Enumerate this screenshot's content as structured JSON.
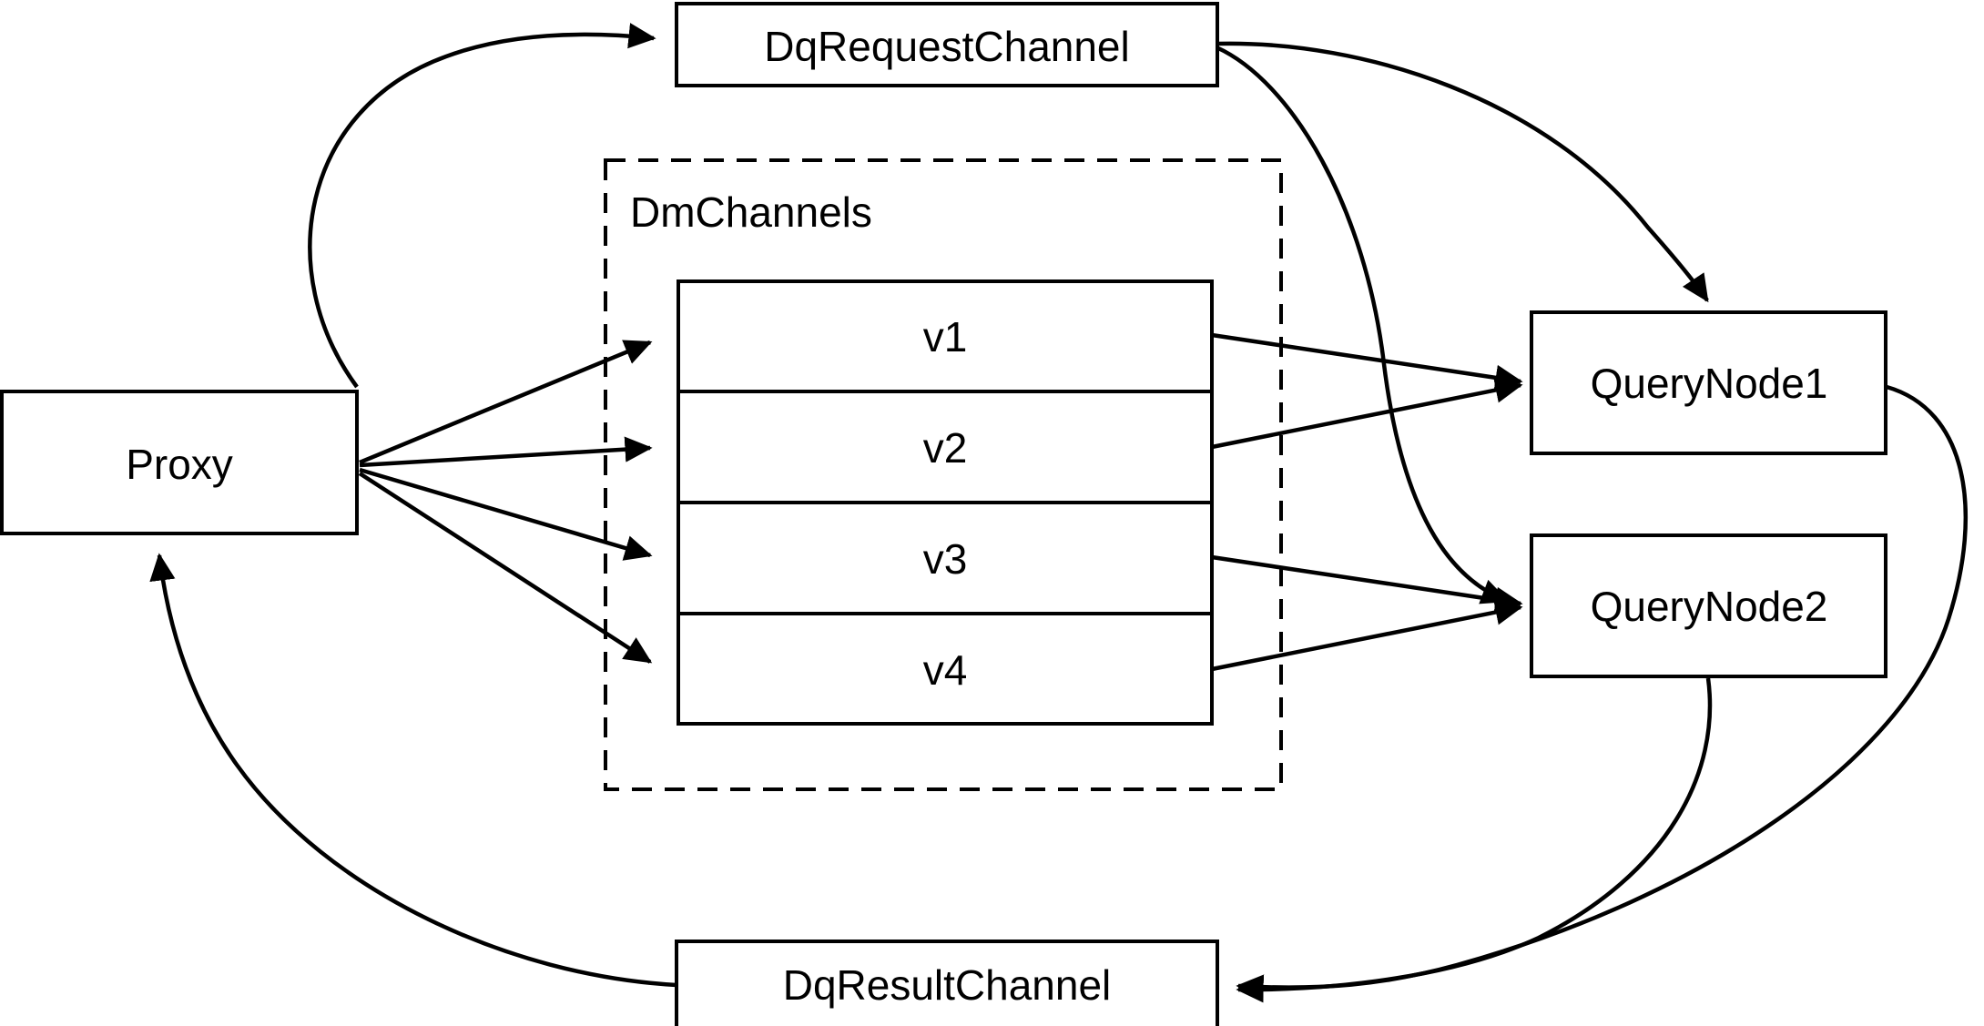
{
  "diagram": {
    "title": "Milvus distributed query routing diagram",
    "background_color": "#ffffff",
    "stroke_color": "#000000",
    "nodes": {
      "proxy": {
        "label": "Proxy"
      },
      "dq_request_channel": {
        "label": "DqRequestChannel"
      },
      "dq_result_channel": {
        "label": "DqResultChannel"
      },
      "query_node_1": {
        "label": "QueryNode1"
      },
      "query_node_2": {
        "label": "QueryNode2"
      }
    },
    "group": {
      "label": "DmChannels",
      "style": "dashed",
      "channels": [
        {
          "label": "v1"
        },
        {
          "label": "v2"
        },
        {
          "label": "v3"
        },
        {
          "label": "v4"
        }
      ]
    },
    "edges": [
      {
        "from": "Proxy",
        "to": "DqRequestChannel",
        "arrow": true
      },
      {
        "from": "Proxy",
        "to": "v1",
        "arrow": true
      },
      {
        "from": "Proxy",
        "to": "v2",
        "arrow": true
      },
      {
        "from": "Proxy",
        "to": "v3",
        "arrow": true
      },
      {
        "from": "Proxy",
        "to": "v4",
        "arrow": true
      },
      {
        "from": "DqRequestChannel",
        "to": "QueryNode1",
        "arrow": true
      },
      {
        "from": "DqRequestChannel",
        "to": "QueryNode2",
        "arrow": true
      },
      {
        "from": "v1",
        "to": "QueryNode1",
        "arrow": true
      },
      {
        "from": "v2",
        "to": "QueryNode1",
        "arrow": true
      },
      {
        "from": "v3",
        "to": "QueryNode2",
        "arrow": true
      },
      {
        "from": "v4",
        "to": "QueryNode2",
        "arrow": true
      },
      {
        "from": "QueryNode1",
        "to": "DqResultChannel",
        "arrow": true
      },
      {
        "from": "QueryNode2",
        "to": "DqResultChannel",
        "arrow": true
      },
      {
        "from": "DqResultChannel",
        "to": "Proxy",
        "arrow": true
      }
    ]
  }
}
